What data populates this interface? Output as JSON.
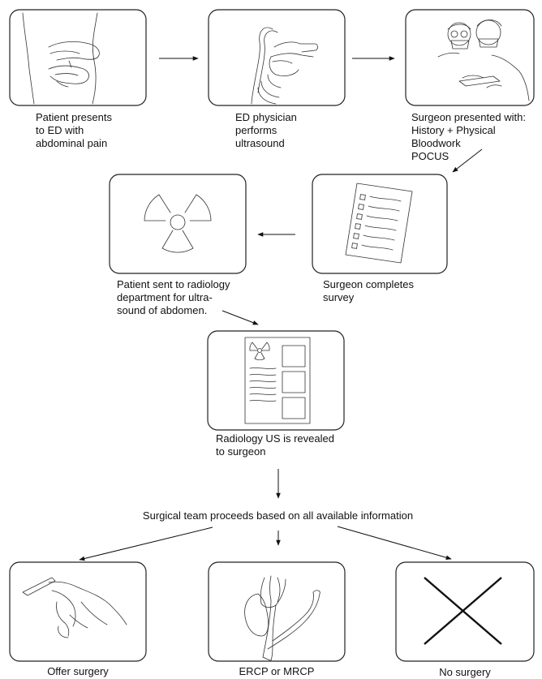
{
  "steps": {
    "patient_presents": "Patient presents\nto ED with\nabdominal pain",
    "ed_ultrasound": "ED physician\nperforms\nultrasound",
    "surgeon_presented": "Surgeon presented with:\nHistory + Physical\nBloodwork\nPOCUS",
    "surgeon_survey": "Surgeon completes\nsurvey",
    "radiology_sent": "Patient sent to radiology\ndepartment for ultra-\nsound of abdomen.",
    "radiology_revealed": "Radiology US is revealed\nto surgeon",
    "team_proceeds": "Surgical team proceeds based on all available information",
    "offer_surgery": "Offer surgery",
    "ercp_mrcp": "ERCP or MRCP",
    "no_surgery": "No surgery"
  },
  "icons": {
    "abdominal_pain": "abdominal-pain-icon",
    "ultrasound_probe": "ultrasound-probe-icon",
    "surgeons": "surgeons-icon",
    "survey": "survey-checklist-icon",
    "radiation": "radiation-icon",
    "report": "radiology-report-icon",
    "scalpel": "scalpel-hand-icon",
    "biliary": "biliary-tree-icon",
    "cross": "no-surgery-x-icon"
  }
}
